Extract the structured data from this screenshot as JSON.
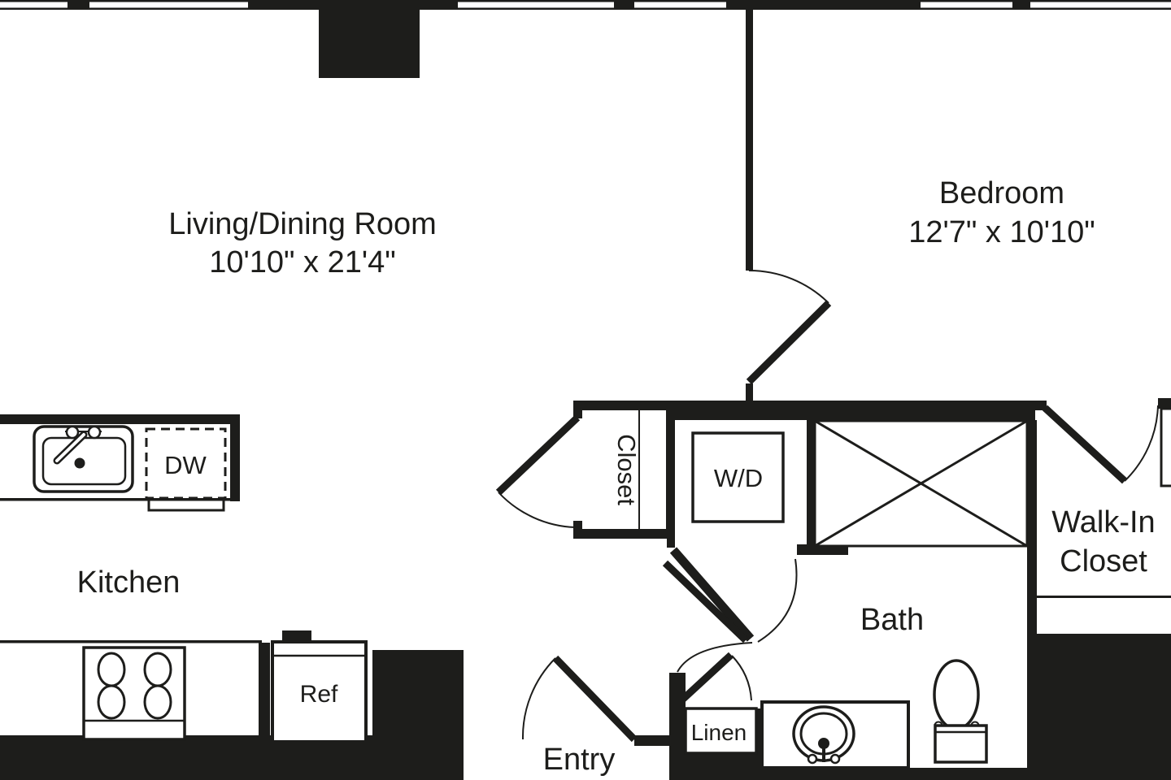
{
  "colors": {
    "ink": "#1d1d1b",
    "background": "#ffffff"
  },
  "labels": {
    "living_name": "Living/Dining Room",
    "living_dims": "10'10\" x 21'4\"",
    "bedroom_name": "Bedroom",
    "bedroom_dims": "12'7\" x 10'10\"",
    "kitchen": "Kitchen",
    "bath": "Bath",
    "entry": "Entry",
    "closet": "Closet",
    "walkin_line1": "Walk-In",
    "walkin_line2": "Closet",
    "linen": "Linen",
    "washer_dryer": "W/D",
    "dishwasher": "DW",
    "refrigerator": "Ref"
  }
}
